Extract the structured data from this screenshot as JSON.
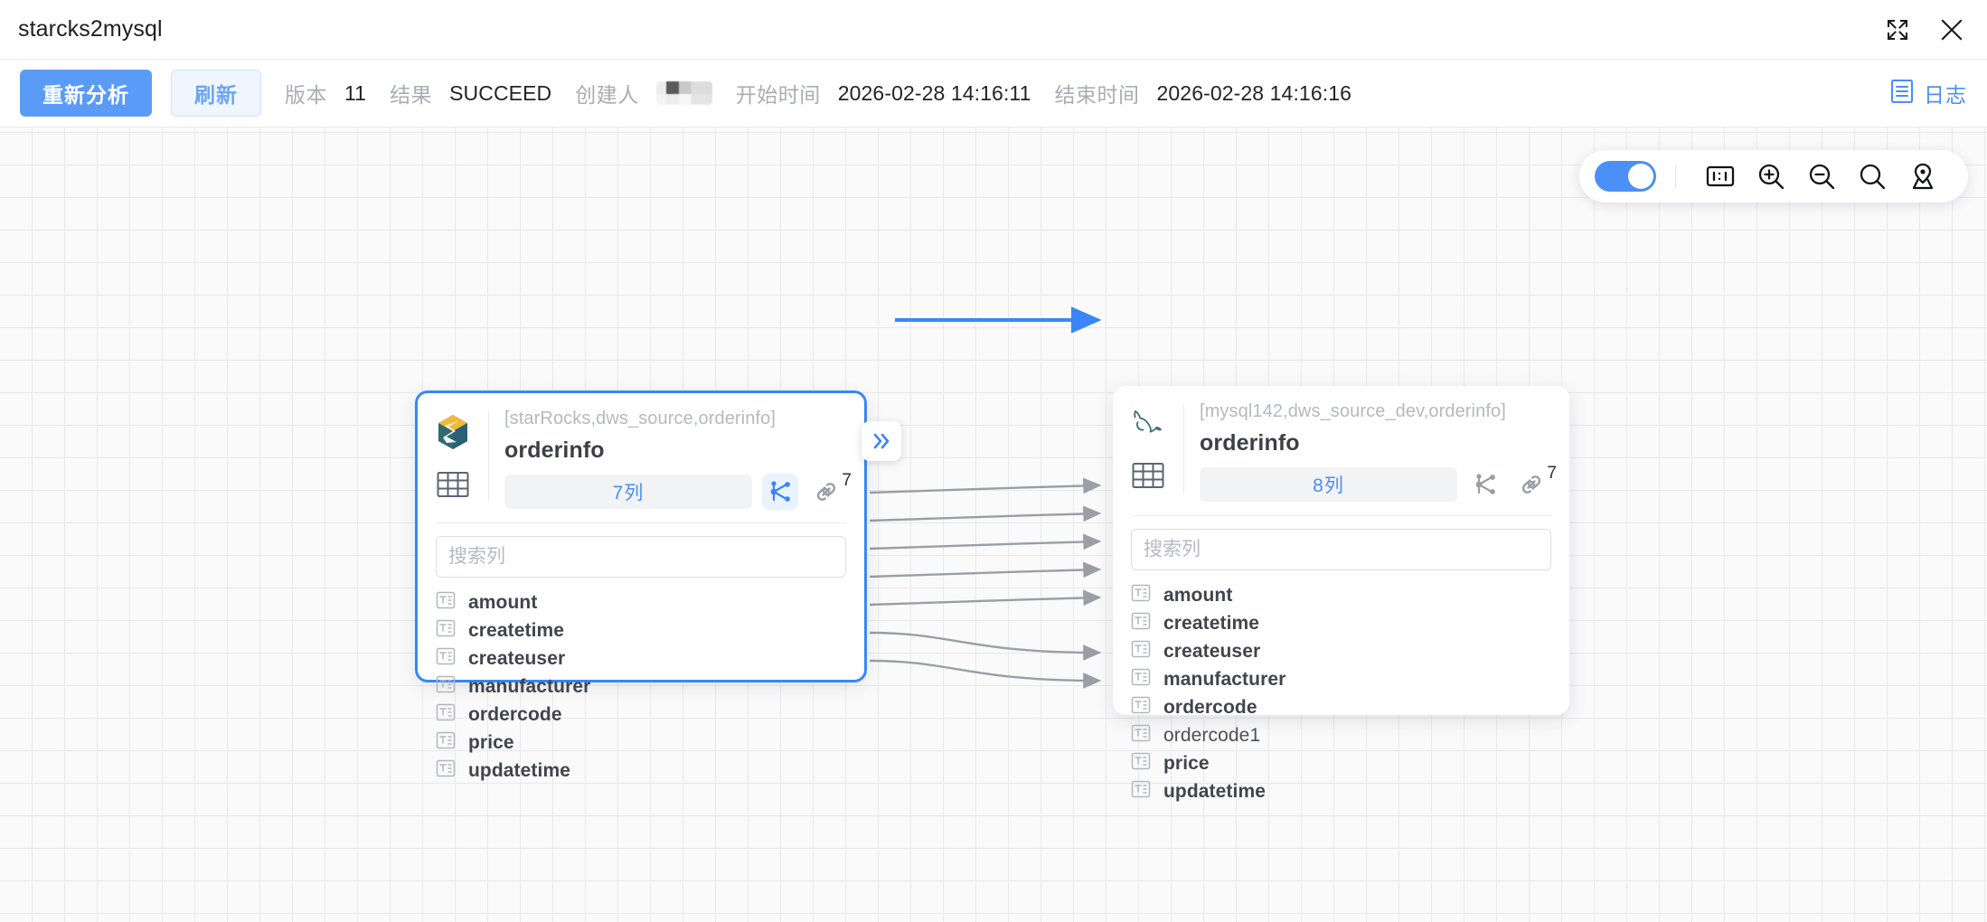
{
  "window": {
    "title": "starcks2mysql",
    "expand_icon": "expand-icon",
    "close_icon": "close-icon"
  },
  "toolbar": {
    "reanalyze_label": "重新分析",
    "refresh_label": "刷新",
    "version_label": "版本",
    "version_value": "11",
    "result_label": "结果",
    "result_value": "SUCCEED",
    "creator_label": "创建人",
    "creator_value": "",
    "start_time_label": "开始时间",
    "start_time_value": "2026-02-28 14:16:11",
    "end_time_label": "结束时间",
    "end_time_value": "2026-02-28 14:16:16",
    "log_label": "日志",
    "log_icon": "document-list-icon",
    "primary_color": "#5b9bf8",
    "link_color": "#4a8ef5"
  },
  "canvas_toolbar": {
    "toggle_name": "column-lineage-toggle",
    "toggle_on": true,
    "items": [
      {
        "icon": "actual-size-icon",
        "name": "actual-size-button"
      },
      {
        "icon": "zoom-in-icon",
        "name": "zoom-in-button"
      },
      {
        "icon": "zoom-out-icon",
        "name": "zoom-out-button"
      },
      {
        "icon": "search-icon",
        "name": "fit-view-button"
      },
      {
        "icon": "locate-icon",
        "name": "locate-button"
      }
    ]
  },
  "graph": {
    "chevron_badge": "»",
    "nodes": [
      {
        "id": "left",
        "selected": true,
        "db_icon": "starrocks-logo-icon",
        "table_icon": "table-grid-icon",
        "path": "[starRocks,dws_source,orderinfo]",
        "title": "orderinfo",
        "column_count_label": "7列",
        "lineage_icon": "lineage-branch-icon",
        "lineage_active": true,
        "link_icon": "chain-link-icon",
        "link_count": "7",
        "search_placeholder": "搜索列",
        "search_value": "",
        "columns": [
          {
            "name": "amount",
            "highlighted": true
          },
          {
            "name": "createtime",
            "highlighted": true
          },
          {
            "name": "createuser",
            "highlighted": true
          },
          {
            "name": "manufacturer",
            "highlighted": true
          },
          {
            "name": "ordercode",
            "highlighted": true
          },
          {
            "name": "price",
            "highlighted": true
          },
          {
            "name": "updatetime",
            "highlighted": true
          }
        ]
      },
      {
        "id": "right",
        "selected": false,
        "db_icon": "mysql-dolphin-icon",
        "table_icon": "table-grid-icon",
        "path": "[mysql142,dws_source_dev,orderinfo]",
        "title": "orderinfo",
        "column_count_label": "8列",
        "lineage_icon": "lineage-branch-icon",
        "lineage_active": false,
        "link_icon": "chain-link-icon",
        "link_count": "7",
        "search_placeholder": "搜索列",
        "search_value": "",
        "columns": [
          {
            "name": "amount",
            "highlighted": true
          },
          {
            "name": "createtime",
            "highlighted": true
          },
          {
            "name": "createuser",
            "highlighted": true
          },
          {
            "name": "manufacturer",
            "highlighted": true
          },
          {
            "name": "ordercode",
            "highlighted": true
          },
          {
            "name": "ordercode1",
            "highlighted": false
          },
          {
            "name": "price",
            "highlighted": true
          },
          {
            "name": "updatetime",
            "highlighted": true
          }
        ]
      }
    ],
    "table_edge": {
      "from": "left",
      "to": "right",
      "color": "#3a86f6"
    },
    "column_edges": [
      {
        "from": "amount",
        "to": "amount"
      },
      {
        "from": "createtime",
        "to": "createtime"
      },
      {
        "from": "createuser",
        "to": "createuser"
      },
      {
        "from": "manufacturer",
        "to": "manufacturer"
      },
      {
        "from": "ordercode",
        "to": "ordercode"
      },
      {
        "from": "price",
        "to": "price"
      },
      {
        "from": "updatetime",
        "to": "updatetime"
      }
    ],
    "edge_color": "#9a9ea6"
  }
}
